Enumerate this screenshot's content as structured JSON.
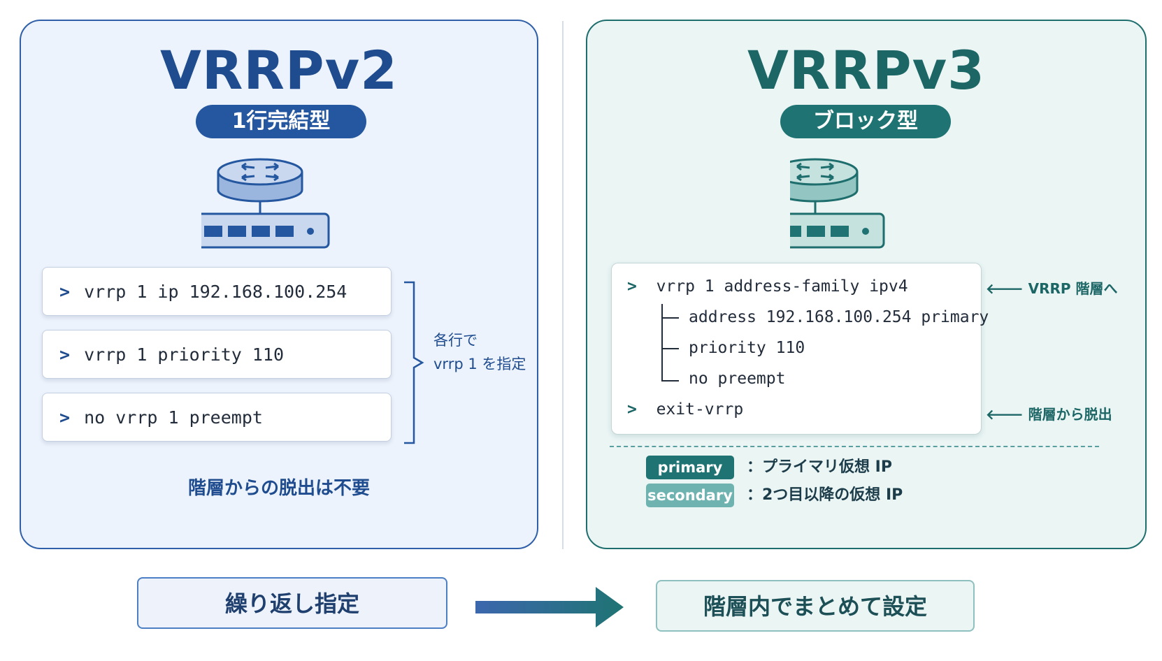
{
  "v2": {
    "title": "VRRPv2",
    "style_label": "1行完結型",
    "commands": [
      {
        "prompt": ">",
        "text": "vrrp 1 ip 192.168.100.254"
      },
      {
        "prompt": ">",
        "text": "vrrp 1 priority 110"
      },
      {
        "prompt": ">",
        "text": "no vrrp 1 preempt"
      }
    ],
    "brace_note_line1": "各行で",
    "brace_note_line2": "vrrp 1 を指定",
    "footer": "階層からの脱出は不要",
    "accent_color": "#24579f"
  },
  "v3": {
    "title": "VRRPv3",
    "style_label": "ブロック型",
    "line1_prompt": ">",
    "line1_text": "vrrp 1 address-family ipv4",
    "sub_lines": [
      "address 192.168.100.254 primary",
      "priority 110",
      "no preempt"
    ],
    "exit_prompt": ">",
    "exit_text": "exit-vrrp",
    "annot_enter": "VRRP 階層へ",
    "annot_exit": "階層から脱出",
    "legend": [
      {
        "tag": "primary",
        "desc": "：プライマリ仮想 IP",
        "color": "#1f7473"
      },
      {
        "tag": "secondary",
        "desc": "：2つ目以降の仮想 IP",
        "color": "#6fb3b1"
      }
    ],
    "accent_color": "#1f7473"
  },
  "bottom": {
    "left_label": "繰り返し指定",
    "right_label": "階層内でまとめて設定"
  }
}
